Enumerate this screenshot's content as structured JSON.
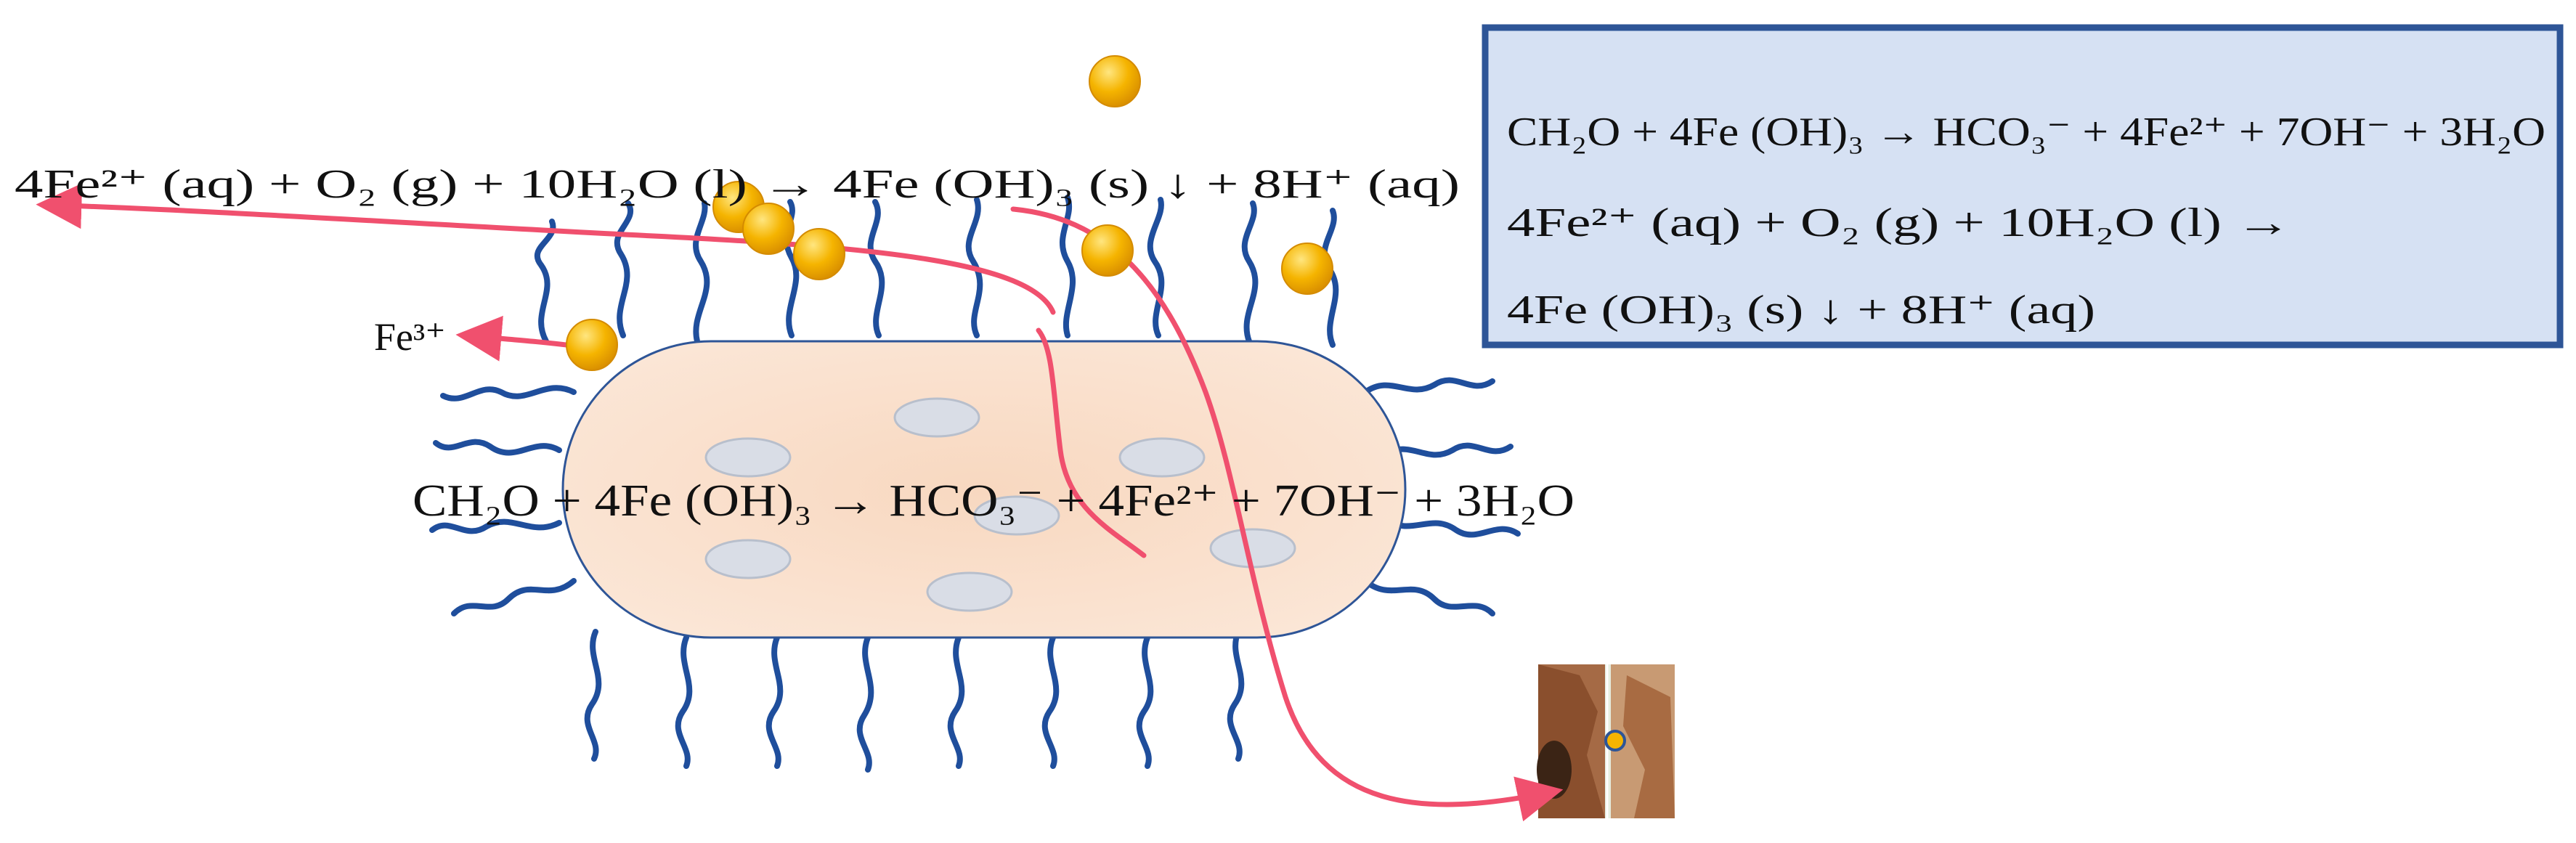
{
  "equations": {
    "top": "4Fe²⁺ (aq) + O₂ (g) + 10H₂O (l) → 4Fe (OH)₃ (s) ↓ + 8H⁺ (aq)",
    "cell": "CH₂O + 4Fe (OH)₃ → HCO₃⁻ + 4Fe²⁺ + 7OH⁻ + 3H₂O",
    "fe3_label": "Fe³⁺"
  },
  "info_box": {
    "line1": "CH₂O + 4Fe (OH)₃ → HCO₃⁻ + 4Fe²⁺ + 7OH⁻ + 3H₂O",
    "line2": "4Fe²⁺ (aq) + O₂ (g) + 10H₂O (l) →",
    "line3": "4Fe (OH)₃ (s) ↓ + 8H⁺ (aq)"
  },
  "colors": {
    "cell_fill": "#fbe2cf",
    "cell_stroke": "#2e5597",
    "flagella": "#1f4e9c",
    "inclusions": "#d9dde6",
    "particles": "#f5b400",
    "arrows": "#f0506e",
    "box_fill": "#d6e1f3",
    "box_stroke": "#2e5597"
  }
}
